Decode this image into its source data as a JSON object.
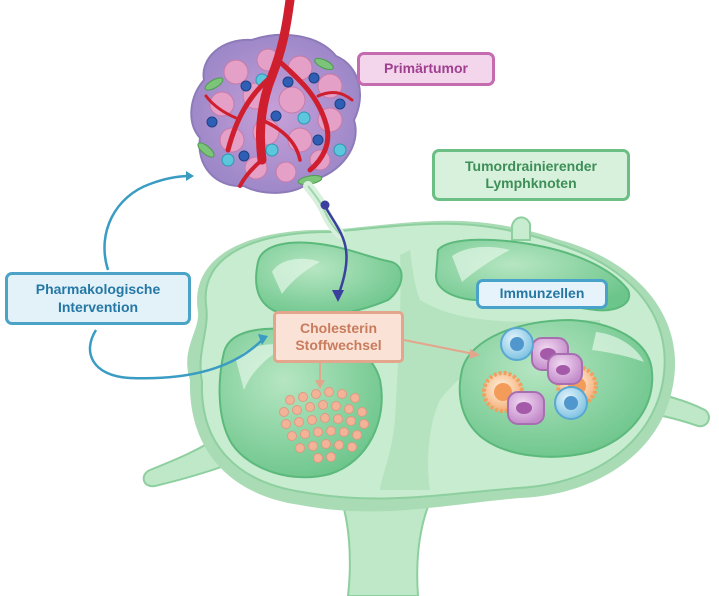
{
  "labels": {
    "primary_tumor": "Primärtumor",
    "lymph_node_line1": "Tumordrainierender",
    "lymph_node_line2": "Lymphknoten",
    "pharma_line1": "Pharmakologische",
    "pharma_line2": "Intervention",
    "immune_cells": "Immunzellen",
    "cholesterol_line1": "Cholesterin",
    "cholesterol_line2": "Stoffwechsel"
  },
  "colors": {
    "tumor_label": "#a03f8f",
    "lymph_label": "#3e8e57",
    "pharma_arrow": "#3a9cc3",
    "tumor_to_node_arrow": "#3b3f9e",
    "cholesterol_arrow": "#e3a58b",
    "node_fill": "#c8eccf",
    "follicle_fill": "#8fd7a4"
  },
  "icons": [
    "blood-vessel-icon",
    "tumor-cell-cluster-icon",
    "lipid-droplet-icon",
    "immune-cell-icon"
  ]
}
